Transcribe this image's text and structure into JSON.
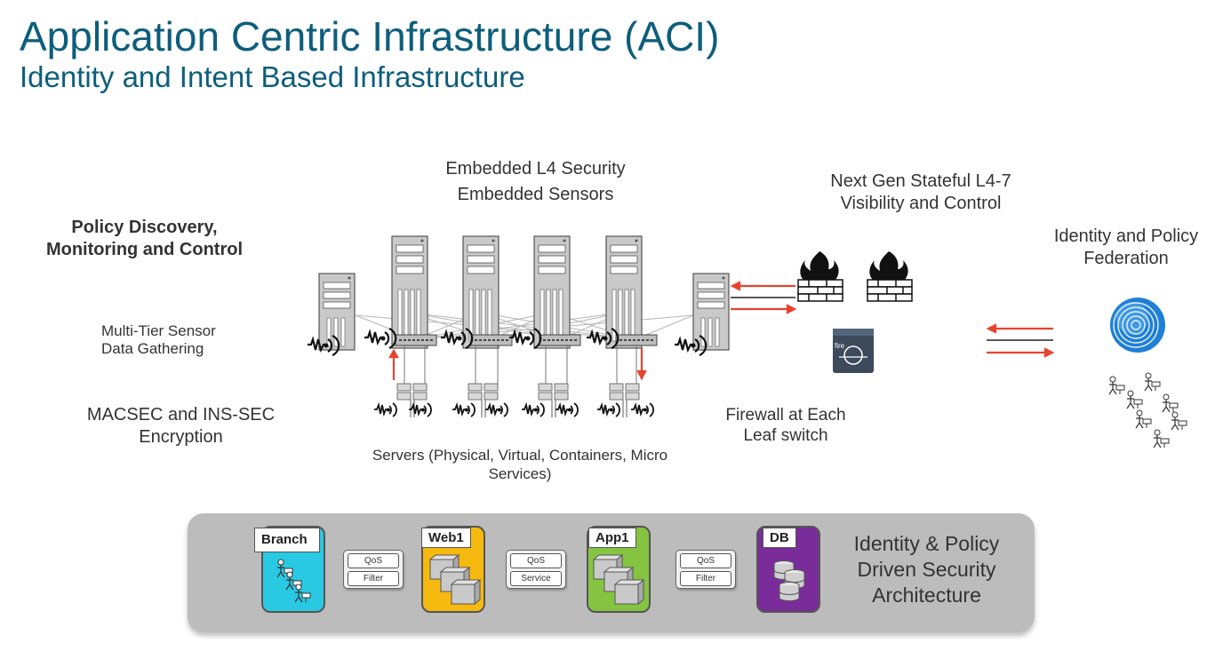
{
  "header": {
    "title": "Application Centric Infrastructure (ACI)",
    "subtitle": "Identity and Intent Based Infrastructure"
  },
  "labels": {
    "policy_discovery_line1": "Policy Discovery,",
    "policy_discovery_line2": "Monitoring and Control",
    "embedded_line1": "Embedded L4 Security",
    "embedded_line2": "Embedded Sensors",
    "nextgen_line1": "Next Gen Stateful L4-7",
    "nextgen_line2": "Visibility and Control",
    "identity_fed_line1": "Identity and Policy",
    "identity_fed_line2": "Federation",
    "multitier_line1": "Multi-Tier Sensor",
    "multitier_line2": "Data Gathering",
    "macsec_line1": "MACSEC and INS-SEC",
    "macsec_line2": "Encryption",
    "firewall_line1": "Firewall at Each",
    "firewall_line2": "Leaf switch",
    "servers_line1": "Servers (Physical, Virtual, Containers, Micro",
    "servers_line2": "Services)"
  },
  "policy_band": {
    "epgs": [
      {
        "name": "Branch",
        "color": "#29c9e3"
      },
      {
        "name": "Web1",
        "color": "#f6b90f"
      },
      {
        "name": "App1",
        "color": "#85c441"
      },
      {
        "name": "DB",
        "color": "#7a2d9a"
      }
    ],
    "services": [
      {
        "top": "QoS",
        "bottom": "Filter"
      },
      {
        "top": "QoS",
        "bottom": "Service"
      },
      {
        "top": "QoS",
        "bottom": "Filter"
      }
    ],
    "text_line1": "Identity & Policy",
    "text_line2": "Driven Security",
    "text_line3": "Architecture"
  },
  "icons": {
    "firepower_label": "fire"
  },
  "colors": {
    "title": "#0d5e7c",
    "arrow": "#e8432e"
  }
}
